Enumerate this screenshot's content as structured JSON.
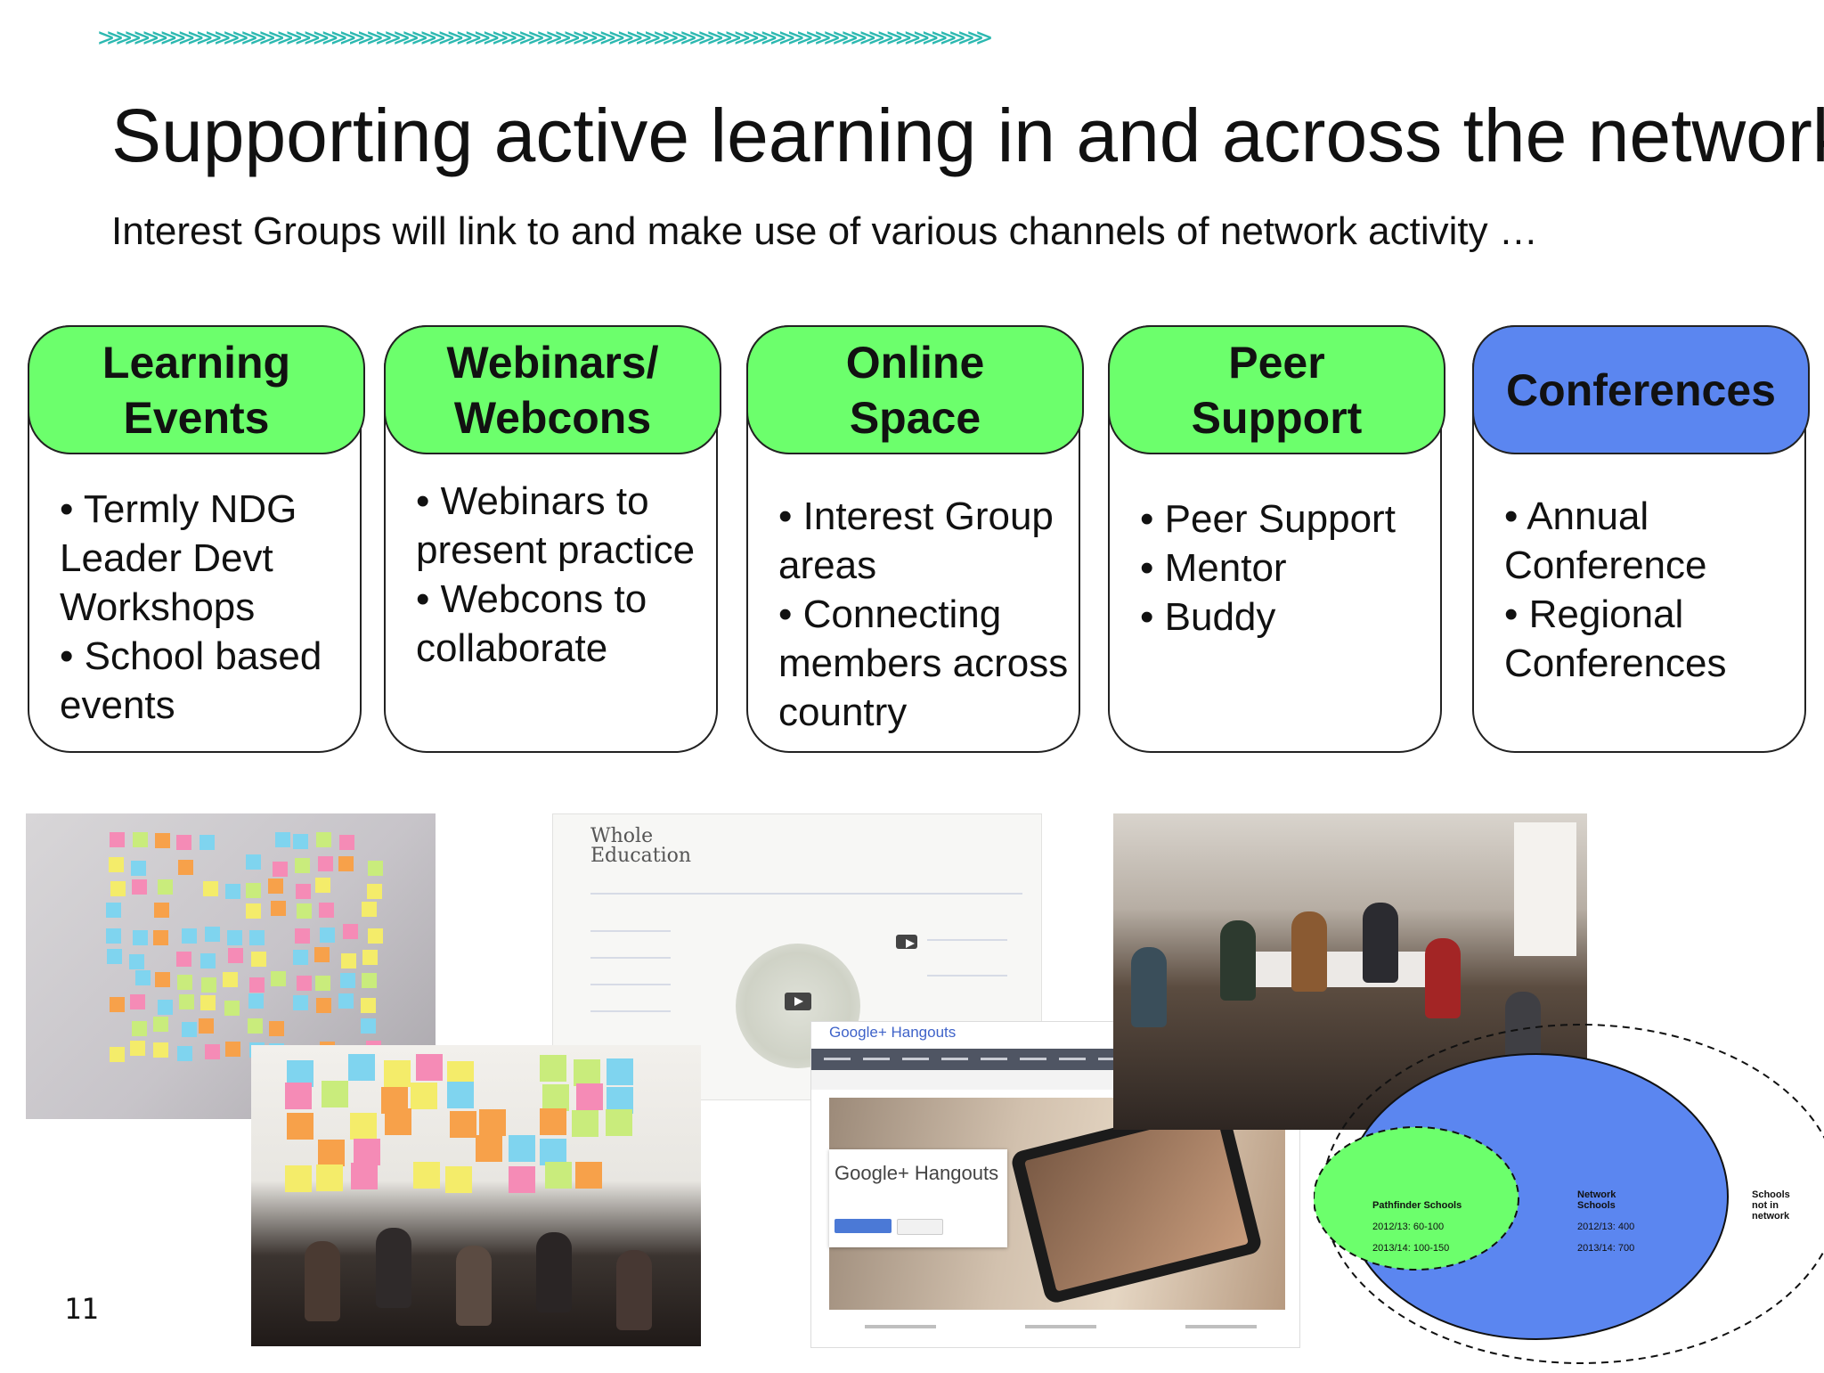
{
  "header": {
    "chevrons": ">>>>>>>>>>>>>>>>>>>>>>>>>>>>>>>>>>>>>>>>>>>>>>>>>>>>>>>>>>>>>>>>>>>>>>>>>>>>>>>>>>>>>>>>>>>>>>>>>>>",
    "title": "Supporting active learning in and across the network",
    "subtitle": "Interest Groups will link to and make use of various channels of network activity …"
  },
  "colors": {
    "accent_teal": "#2bb8b0",
    "pill_green": "#6cff6c",
    "pill_blue": "#5b86f0",
    "venn_blue": "#5b86f0",
    "venn_green": "#6cff6c"
  },
  "cards": [
    {
      "heading": "Learning\nEvents",
      "color": "green",
      "items": [
        "Termly NDG Leader Devt Workshops",
        "School based events"
      ]
    },
    {
      "heading": "Webinars/\nWebcons",
      "color": "green",
      "items": [
        "Webinars to present practice",
        "Webcons to collaborate"
      ]
    },
    {
      "heading": "Online\nSpace",
      "color": "green",
      "items": [
        "Interest Group areas",
        "Connecting members across country"
      ]
    },
    {
      "heading": "Peer\nSupport",
      "color": "green",
      "items": [
        "Peer Support",
        "Mentor",
        "Buddy"
      ]
    },
    {
      "heading": "Conferences",
      "color": "blue",
      "items": [
        "Annual Conference",
        "Regional Conferences"
      ]
    }
  ],
  "images": {
    "whole_education_logo": "Whole\nEducation",
    "google_logo": "Google+ Hangouts",
    "google_card_title": "Google+ Hangouts"
  },
  "venn": {
    "pathfinder": {
      "name": "Pathfinder Schools",
      "line1": "2012/13:  60-100",
      "line2": "2013/14:  100-150"
    },
    "network": {
      "name": "Network\nSchools",
      "line1": "2012/13:  400",
      "line2": "2013/14:  700"
    },
    "outside": {
      "name": "Schools\nnot in\nnetwork"
    }
  },
  "page_number": "11"
}
